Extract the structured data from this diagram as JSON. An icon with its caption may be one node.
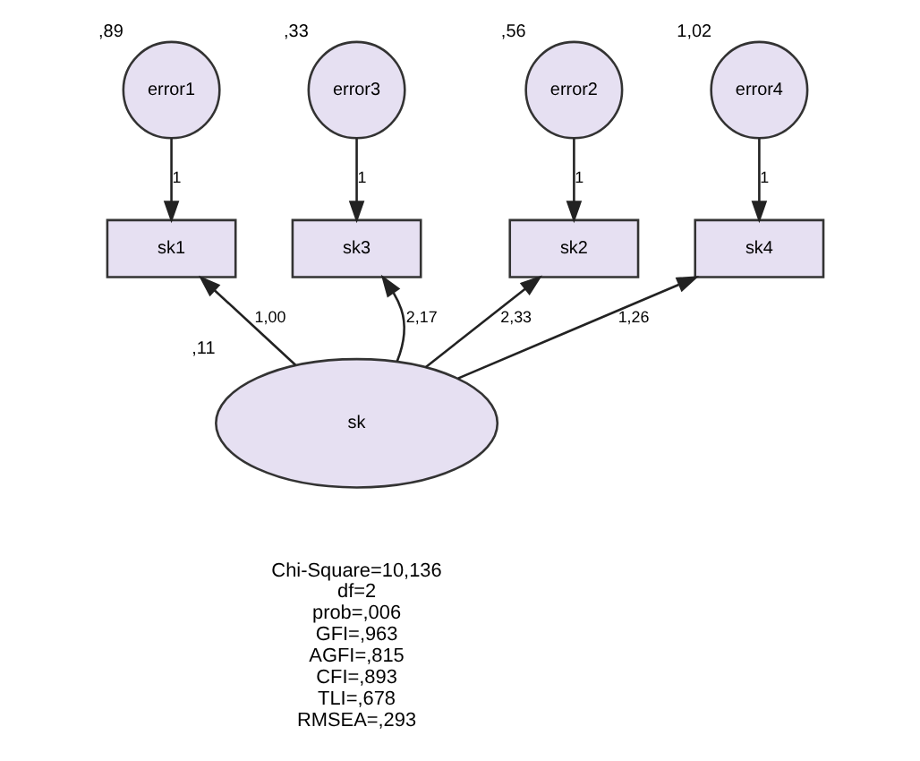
{
  "diagram": {
    "nodes": [
      {
        "text": [
          "error1"
        ],
        "beside": [
          ",89"
        ]
      },
      {
        "text": [
          "error2"
        ],
        "beside": [
          ",56"
        ]
      },
      {
        "text": [
          "error3"
        ],
        "beside": [
          ",33"
        ]
      },
      {
        "text": [
          "error4"
        ],
        "beside": [
          "1,02"
        ]
      },
      {
        "text": [
          "sk1"
        ]
      },
      {
        "text": [
          "sk2"
        ]
      },
      {
        "text": [
          "sk3"
        ]
      },
      {
        "text": [
          "sk4"
        ]
      },
      {
        "text": [
          "sk"
        ],
        "beside": [
          ",11"
        ]
      }
    ],
    "edges": [
      {
        "from": 0,
        "to": 4,
        "arrow": "to",
        "label": "1"
      },
      {
        "from": 1,
        "to": 5,
        "arrow": "to",
        "label": "1"
      },
      {
        "from": 2,
        "to": 6,
        "arrow": "to",
        "label": "1"
      },
      {
        "from": 3,
        "to": 7,
        "arrow": "to",
        "label": "1"
      },
      {
        "from": 8,
        "to": 4,
        "arrow": "to",
        "label": "1,00"
      },
      {
        "from": 8,
        "to": 5,
        "arrow": "to",
        "label": "2,33"
      },
      {
        "from": 8,
        "to": 6,
        "arrow": "to",
        "label": "2,17"
      },
      {
        "from": 8,
        "to": 7,
        "arrow": "to",
        "label": "1,26"
      }
    ],
    "labels": [
      "Chi-Square=10,136",
      "df=2",
      "prob=,006",
      "GFI=,963",
      "AGFI=,815",
      "CFI=,893",
      "TLI=,678",
      "RMSEA=,293"
    ]
  }
}
